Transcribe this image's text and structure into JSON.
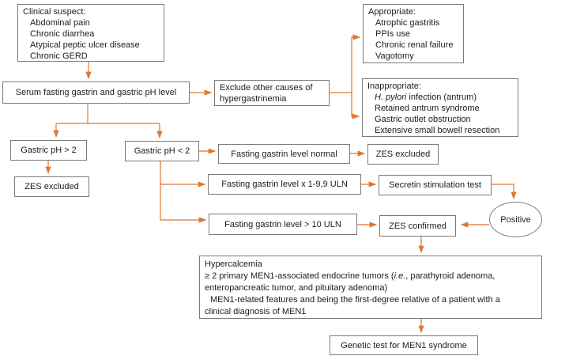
{
  "colors": {
    "arrow": "#e0772e",
    "box_border": "#7a7a7a",
    "text": "#1c1c1c",
    "bg": "#ffffff"
  },
  "nodes": {
    "clinical_suspect": {
      "title": "Clinical suspect:",
      "items": [
        "Abdominal pain",
        "Chronic diarrhea",
        "Atypical peptic ulcer disease",
        "Chronic GERD"
      ]
    },
    "serum": {
      "label": "Serum fasting gastrin and gastric pH level"
    },
    "exclude": {
      "lines": [
        "Exclude other causes of",
        "hypergastrinemia"
      ]
    },
    "appropriate": {
      "title": "Appropriate:",
      "items": [
        "Atrophic gastritis",
        "PPIs use",
        "Chronic renal failure",
        "Vagotomy"
      ]
    },
    "inappropriate": {
      "title": "Inappropriate:",
      "item1_italic": "H. pylori",
      "item1_rest": " infection (antrum)",
      "items": [
        "Retained antrum syndrome",
        "Gastric outlet obstruction",
        "Extensive small bowell resection"
      ]
    },
    "gastric_ph_high": {
      "label": "Gastric pH > 2"
    },
    "gastric_ph_low": {
      "label": "Gastric pH < 2"
    },
    "zes_excluded_1": {
      "label": "ZES excluded"
    },
    "fasting_normal": {
      "label": "Fasting gastrin level normal"
    },
    "zes_excluded_2": {
      "label": "ZES excluded"
    },
    "fasting_1_99": {
      "label": "Fasting gastrin level x 1-9,9 ULN"
    },
    "secretin": {
      "label": "Secretin stimulation test"
    },
    "fasting_10": {
      "label": "Fasting gastrin level > 10 ULN"
    },
    "zes_confirmed": {
      "label": "ZES confirmed"
    },
    "positive": {
      "label": "Positive"
    },
    "men1_criteria": {
      "line1": "Hypercalcemia",
      "line2_pre": "≥ 2 primary MEN1-associated endocrine tumors (",
      "line2_italic": "i.e.",
      "line2_post": ", parathyroid adenoma,",
      "line3": "enteropancreatic tumor, and pituitary adenoma)",
      "line4": "MEN1-related features and being the first-degree relative of a patient with a",
      "line5": "clinical diagnosis of MEN1"
    },
    "genetic_test": {
      "label": "Genetic test for MEN1 syndrome"
    }
  }
}
